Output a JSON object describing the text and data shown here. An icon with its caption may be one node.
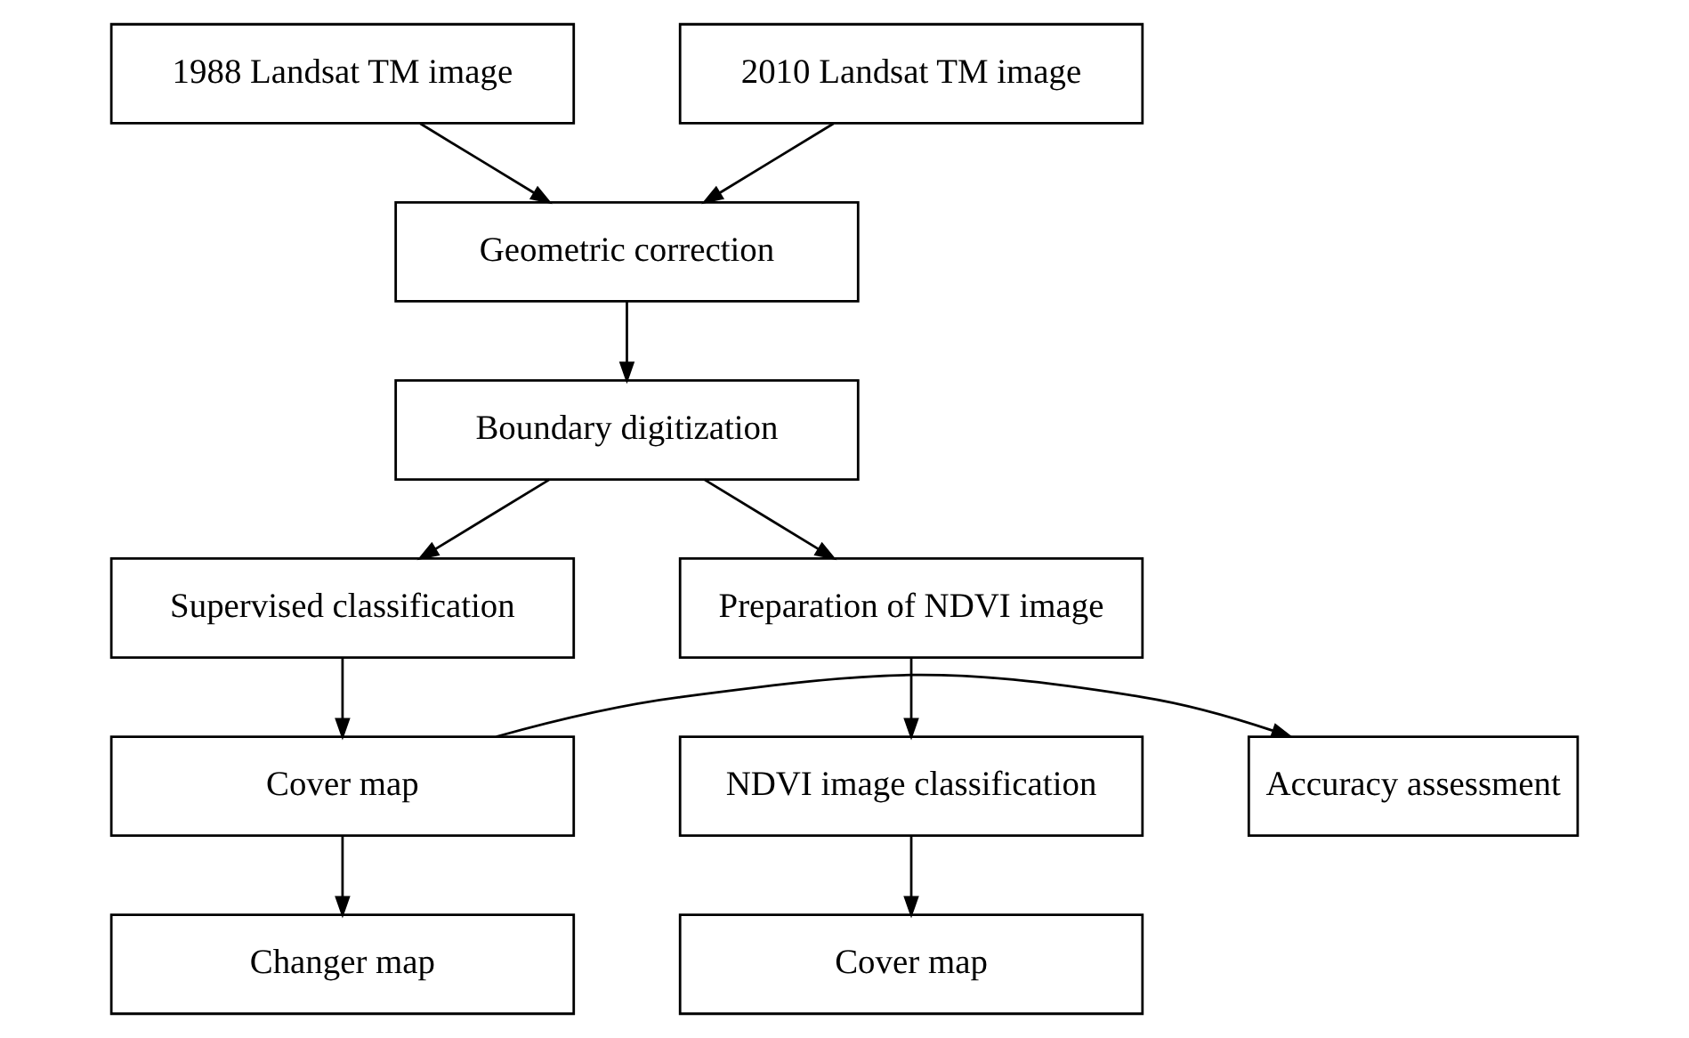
{
  "diagram": {
    "nodes": [
      {
        "text": [
          "1988 Landsat TM image"
        ]
      },
      {
        "text": [
          "2010 Landsat TM image"
        ]
      },
      {
        "text": [
          "Geometric correction"
        ]
      },
      {
        "text": [
          "Boundary digitization"
        ]
      },
      {
        "text": [
          "Supervised classification"
        ]
      },
      {
        "text": [
          "Preparation of NDVI image"
        ]
      },
      {
        "text": [
          "Cover map"
        ]
      },
      {
        "text": [
          "Accuracy assessment"
        ]
      },
      {
        "text": [
          "NDVI image classification"
        ]
      },
      {
        "text": [
          "Changer map"
        ]
      },
      {
        "text": [
          "Cover map"
        ]
      }
    ],
    "edges": [
      {
        "from": 0,
        "to": 2,
        "arrow": "to"
      },
      {
        "from": 1,
        "to": 2,
        "arrow": "to"
      },
      {
        "from": 2,
        "to": 3,
        "arrow": "to"
      },
      {
        "from": 3,
        "to": 4,
        "arrow": "to"
      },
      {
        "from": 3,
        "to": 5,
        "arrow": "to"
      },
      {
        "from": 4,
        "to": 6,
        "arrow": "to"
      },
      {
        "from": 6,
        "to": 7,
        "arrow": "to"
      },
      {
        "from": 5,
        "to": 8,
        "arrow": "to"
      },
      {
        "from": 6,
        "to": 9,
        "arrow": "to"
      },
      {
        "from": 8,
        "to": 10,
        "arrow": "to"
      }
    ]
  }
}
